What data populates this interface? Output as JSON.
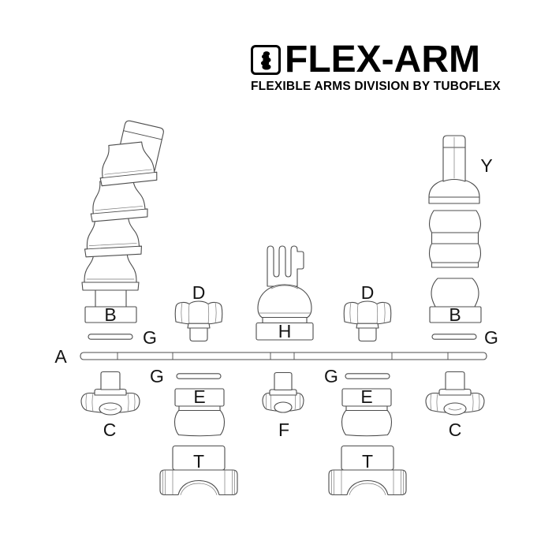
{
  "logo": {
    "title": "FLEX-ARM",
    "subtitle": "FLEXIBLE ARMS DIVISION BY TUBOFLEX"
  },
  "colors": {
    "line": "#4c4c4c",
    "label": "#141414",
    "logo": "#000000",
    "background": "#ffffff"
  },
  "labels": {
    "a_rail": "A",
    "b_left": "B",
    "b_right": "B",
    "c_left": "C",
    "c_right": "C",
    "d_left": "D",
    "d_right": "D",
    "e_left": "E",
    "e_right": "E",
    "f_center": "F",
    "g_upper_left": "G",
    "g_upper_right": "G",
    "g_lower_left": "G",
    "g_lower_right": "G",
    "h_mount": "H",
    "t_left": "T",
    "t_right": "T",
    "y_tube": "Y"
  }
}
